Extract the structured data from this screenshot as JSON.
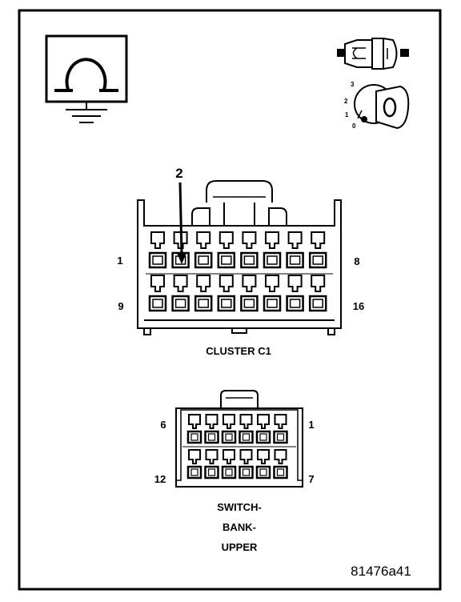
{
  "callout": {
    "pin": "2"
  },
  "cluster": {
    "title": "CLUSTER C1",
    "pin_top_left": "1",
    "pin_top_right": "8",
    "pin_bottom_left": "9",
    "pin_bottom_right": "16"
  },
  "switch_bank": {
    "title_line1": "SWITCH-",
    "title_line2": "BANK-",
    "title_line3": "UPPER",
    "pin_top_left": "6",
    "pin_top_right": "1",
    "pin_bottom_left": "12",
    "pin_bottom_right": "7"
  },
  "ignition": {
    "positions": [
      "3",
      "2",
      "1",
      "0"
    ]
  },
  "figure_id": "81476a41",
  "colors": {
    "ink": "#000000",
    "paper": "#ffffff"
  },
  "icons": [
    "ohm-meter-ground-icon",
    "connector-plug-icon",
    "ignition-key-icon"
  ]
}
